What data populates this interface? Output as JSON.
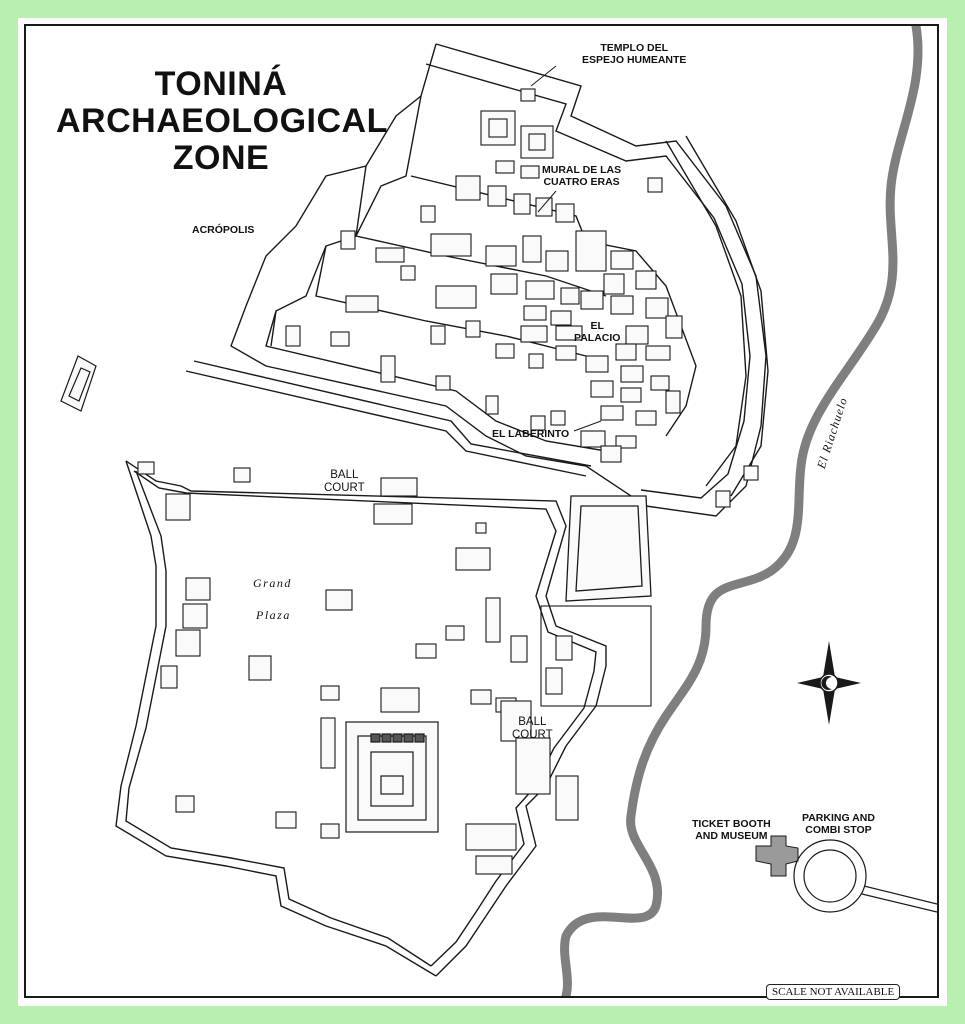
{
  "map": {
    "title_line1": "TONINÁ",
    "title_line2": "ARCHAEOLOGICAL",
    "title_line3": "ZONE",
    "labels": {
      "templo_l1": "TEMPLO DEL",
      "templo_l2": "ESPEJO HUMEANTE",
      "mural_l1": "MURAL DE LAS",
      "mural_l2": "CUATRO ERAS",
      "acropolis": "ACRÓPOLIS",
      "palacio_l1": "EL",
      "palacio_l2": "PALACIO",
      "laberinto": "EL LABERINTO",
      "ballcourt1_l1": "BALL",
      "ballcourt1_l2": "COURT",
      "ballcourt2_l1": "BALL",
      "ballcourt2_l2": "COURT",
      "grand": "Grand",
      "plaza": "Plaza",
      "ticket_l1": "TICKET BOOTH",
      "ticket_l2": "AND MUSEUM",
      "parking_l1": "PARKING AND",
      "parking_l2": "COMBI STOP",
      "river": "El Riachuelo",
      "scale": "SCALE NOT AVAILABLE"
    },
    "colors": {
      "frame": "#b9f0b0",
      "river": "#7f7f7f",
      "ink": "#1a1a1a",
      "building": "#9a9a9a"
    },
    "icons": [
      "compass-rose-icon"
    ]
  }
}
